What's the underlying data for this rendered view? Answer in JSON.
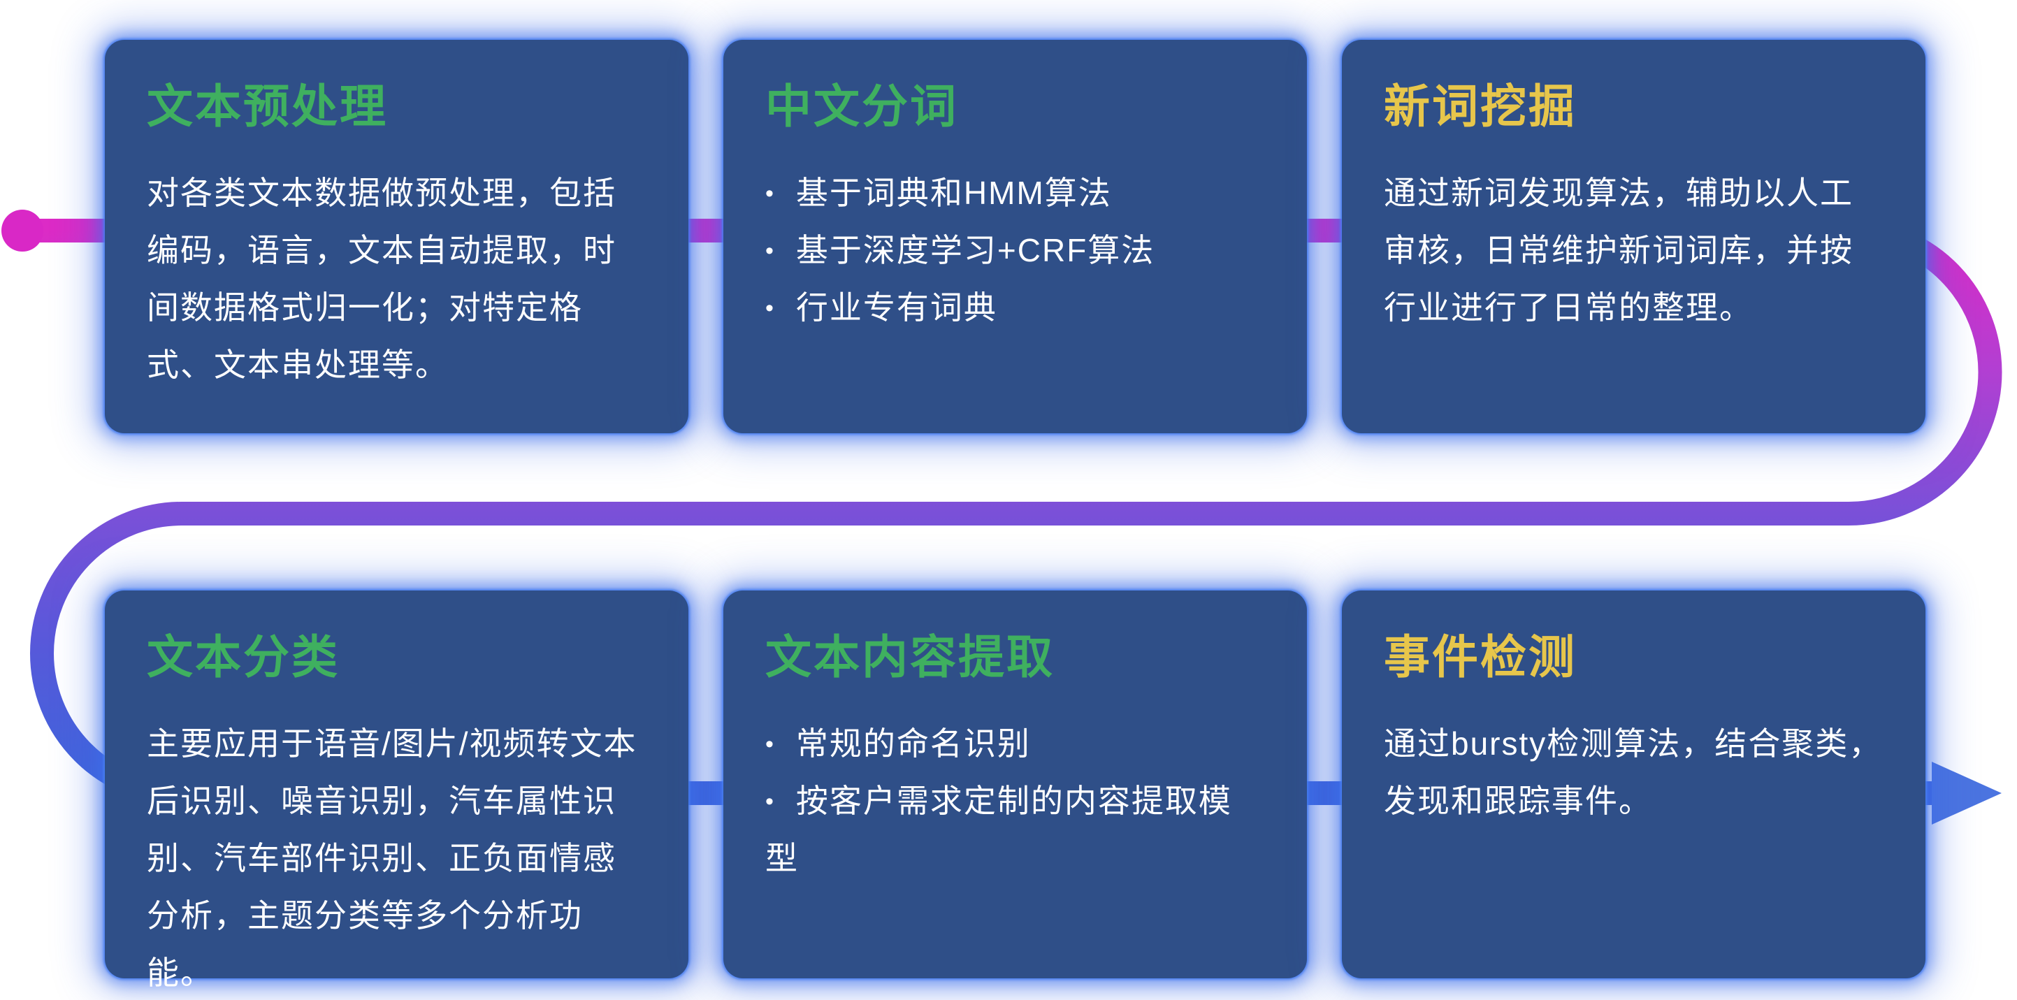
{
  "flow": {
    "dot_color": "#d928c6",
    "arrow_color": "#4b74e0",
    "gradient_stops": [
      "#dc2bc6",
      "#b23fd2",
      "#7b50d8",
      "#5659da",
      "#3f66dc"
    ]
  },
  "palette": {
    "card_background": "#2f4f88",
    "card_glow": "#3f74ea",
    "title_green": "#3fb05f",
    "title_yellow": "#e7c64b",
    "body_text": "#ffffff"
  },
  "cards": [
    {
      "id": "text-preprocessing",
      "title": "文本预处理",
      "title_color": "#3fb05f",
      "type": "paragraph",
      "body": "对各类文本数据做预处理，包括编码，语言，文本自动提取，时间数据格式归一化；对特定格式、文本串处理等。"
    },
    {
      "id": "chinese-word-segmentation",
      "title": "中文分词",
      "title_color": "#3fb05f",
      "type": "bullets",
      "bullets": [
        "基于词典和HMM算法",
        "基于深度学习+CRF算法",
        "行业专有词典"
      ]
    },
    {
      "id": "new-word-mining",
      "title": "新词挖掘",
      "title_color": "#e7c64b",
      "type": "paragraph",
      "body": "通过新词发现算法，辅助以人工审核，日常维护新词词库，并按行业进行了日常的整理。"
    },
    {
      "id": "text-classification",
      "title": "文本分类",
      "title_color": "#3fb05f",
      "type": "paragraph",
      "body": "主要应用于语音/图片/视频转文本后识别、噪音识别，汽车属性识别、汽车部件识别、正负面情感分析，主题分类等多个分析功能。"
    },
    {
      "id": "text-content-extraction",
      "title": "文本内容提取",
      "title_color": "#3fb05f",
      "type": "bullets",
      "bullets": [
        "常规的命名识别",
        "按客户需求定制的内容提取模型"
      ]
    },
    {
      "id": "event-detection",
      "title": "事件检测",
      "title_color": "#e7c64b",
      "type": "paragraph",
      "body": "通过bursty检测算法，结合聚类，发现和跟踪事件。"
    }
  ]
}
